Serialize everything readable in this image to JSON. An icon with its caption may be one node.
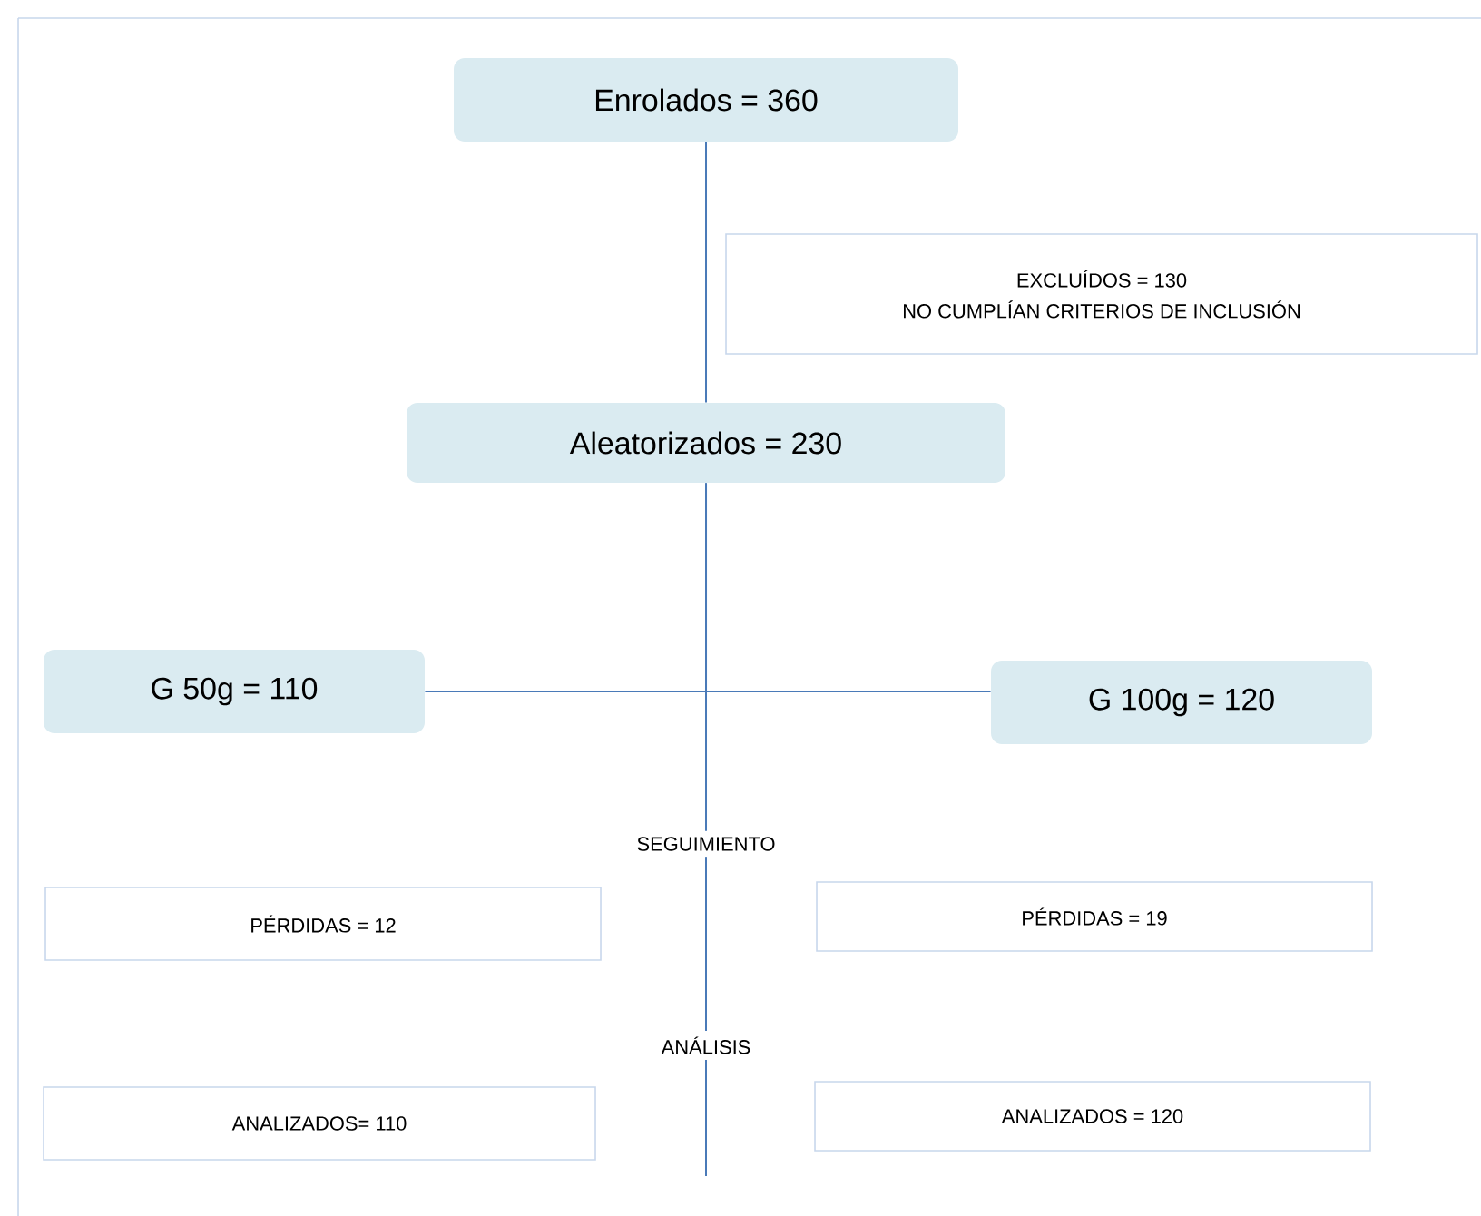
{
  "diagram": {
    "nodes": [
      {
        "text": [
          "Enrolados = 360"
        ]
      },
      {
        "text": [
          "EXCLUÍDOS = 130",
          "NO CUMPLÍAN CRITERIOS DE INCLUSIÓN"
        ]
      },
      {
        "text": [
          "Aleatorizados = 230"
        ]
      },
      {
        "text": [
          "G 50g = 110"
        ]
      },
      {
        "text": [
          "G 100g = 120"
        ]
      },
      {
        "text": [
          "SEGUIMIENTO"
        ]
      },
      {
        "text": [
          "PÉRDIDAS = 12"
        ]
      },
      {
        "text": [
          "PÉRDIDAS = 19"
        ]
      },
      {
        "text": [
          "ANÁLISIS"
        ]
      },
      {
        "text": [
          "ANALIZADOS= 110"
        ]
      },
      {
        "text": [
          "ANALIZADOS = 120"
        ]
      }
    ],
    "edges": [
      {
        "from": 0,
        "to": 2,
        "arrow": "none"
      },
      {
        "from": 2,
        "to": 3,
        "arrow": "none"
      },
      {
        "from": 2,
        "to": 4,
        "arrow": "none"
      },
      {
        "from": 2,
        "to": 5,
        "arrow": "none"
      },
      {
        "from": 5,
        "to": 8,
        "arrow": "none"
      },
      {
        "from": 8,
        "to": null,
        "arrow": "none"
      }
    ]
  }
}
